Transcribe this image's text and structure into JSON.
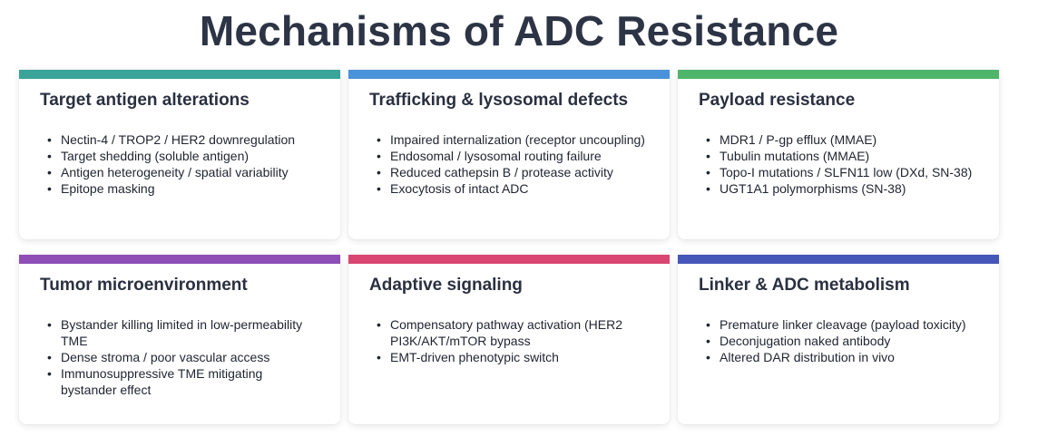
{
  "title": "Mechanisms of ADC Resistance",
  "cards": [
    {
      "heading": "Target antigen alterations",
      "accent": "#3aa39a",
      "items": [
        "Nectin-4 / TROP2 / HER2 downregulation",
        "Target shedding (soluble antigen)",
        "Antigen heterogeneity / spatial variability",
        "Epitope masking"
      ]
    },
    {
      "heading": "Trafficking & lysosomal defects",
      "accent": "#4a92d9",
      "items": [
        "Impaired internalization (receptor uncoupling)",
        "Endosomal / lysosomal routing failure",
        "Reduced cathepsin B / protease activity",
        "Exocytosis of intact ADC"
      ]
    },
    {
      "heading": "Payload resistance",
      "accent": "#4fb56a",
      "items": [
        "MDR1 / P-gp efflux (MMAE)",
        "Tubulin mutations (MMAE)",
        "Topo-I mutations / SLFN11 low (DXd, SN-38)",
        "UGT1A1 polymorphisms (SN-38)"
      ]
    },
    {
      "heading": "Tumor microenvironment",
      "accent": "#8e4fb6",
      "items": [
        "Bystander killing limited in low-permeability TME",
        "Dense stroma / poor vascular access",
        "Immunosuppressive TME mitigating bystander effect"
      ]
    },
    {
      "heading": "Adaptive signaling",
      "accent": "#d94672",
      "items": [
        "Compensatory pathway activation (HER2 PI3K/AKT/mTOR bypass",
        "EMT-driven phenotypic switch"
      ]
    },
    {
      "heading": "Linker & ADC metabolism",
      "accent": "#4557b8",
      "items": [
        "Premature linker cleavage (payload toxicity)",
        "Deconjugation naked antibody",
        "Altered DAR distribution in vivo"
      ]
    }
  ]
}
